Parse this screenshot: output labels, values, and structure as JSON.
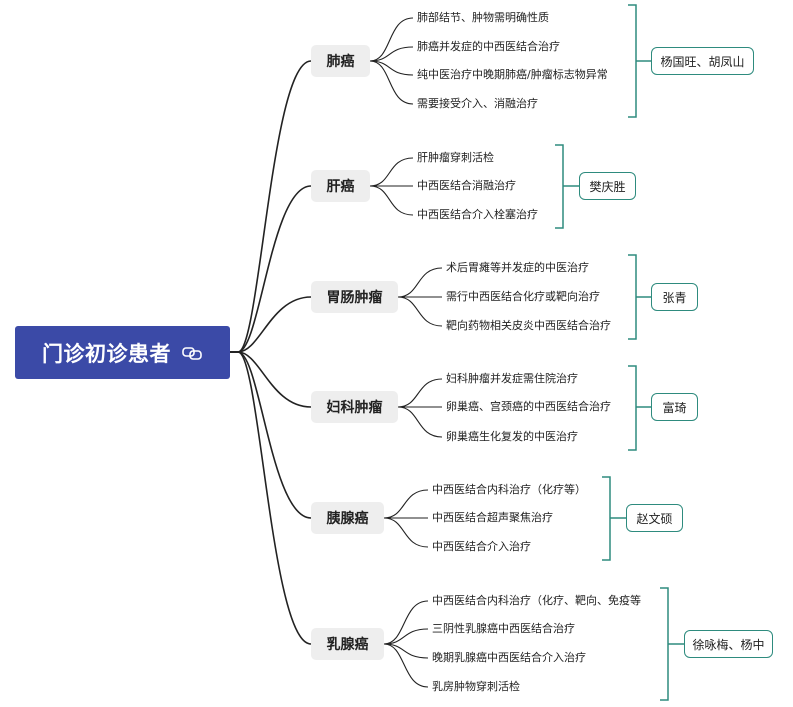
{
  "root": {
    "title": "门诊初诊患者",
    "link_icon": "link-icon"
  },
  "categories": [
    {
      "name": "肺癌",
      "items": [
        "肺部结节、肿物需明确性质",
        "肺癌并发症的中西医结合治疗",
        "纯中医治疗中晚期肺癌/肿瘤标志物异常",
        "需要接受介入、消融治疗"
      ],
      "doctors": "杨国旺、胡凤山"
    },
    {
      "name": "肝癌",
      "items": [
        "肝肿瘤穿刺活检",
        "中西医结合消融治疗",
        "中西医结合介入栓塞治疗"
      ],
      "doctors": "樊庆胜"
    },
    {
      "name": "胃肠肿瘤",
      "items": [
        "术后胃瘫等并发症的中医治疗",
        "需行中西医结合化疗或靶向治疗",
        "靶向药物相关皮炎中西医结合治疗"
      ],
      "doctors": "张青"
    },
    {
      "name": "妇科肿瘤",
      "items": [
        "妇科肿瘤并发症需住院治疗",
        "卵巢癌、宫颈癌的中西医结合治疗",
        "卵巢癌生化复发的中医治疗"
      ],
      "doctors": "富琦"
    },
    {
      "name": "胰腺癌",
      "items": [
        "中西医结合内科治疗（化疗等）",
        "中西医结合超声聚焦治疗",
        "中西医结合介入治疗"
      ],
      "doctors": "赵文硕"
    },
    {
      "name": "乳腺癌",
      "items": [
        "中西医结合内科治疗（化疗、靶向、免疫等",
        "三阴性乳腺癌中西医结合治疗",
        "晚期乳腺癌中西医结合介入治疗",
        "乳房肿物穿刺活检"
      ],
      "doctors": "徐咏梅、杨中"
    }
  ]
}
